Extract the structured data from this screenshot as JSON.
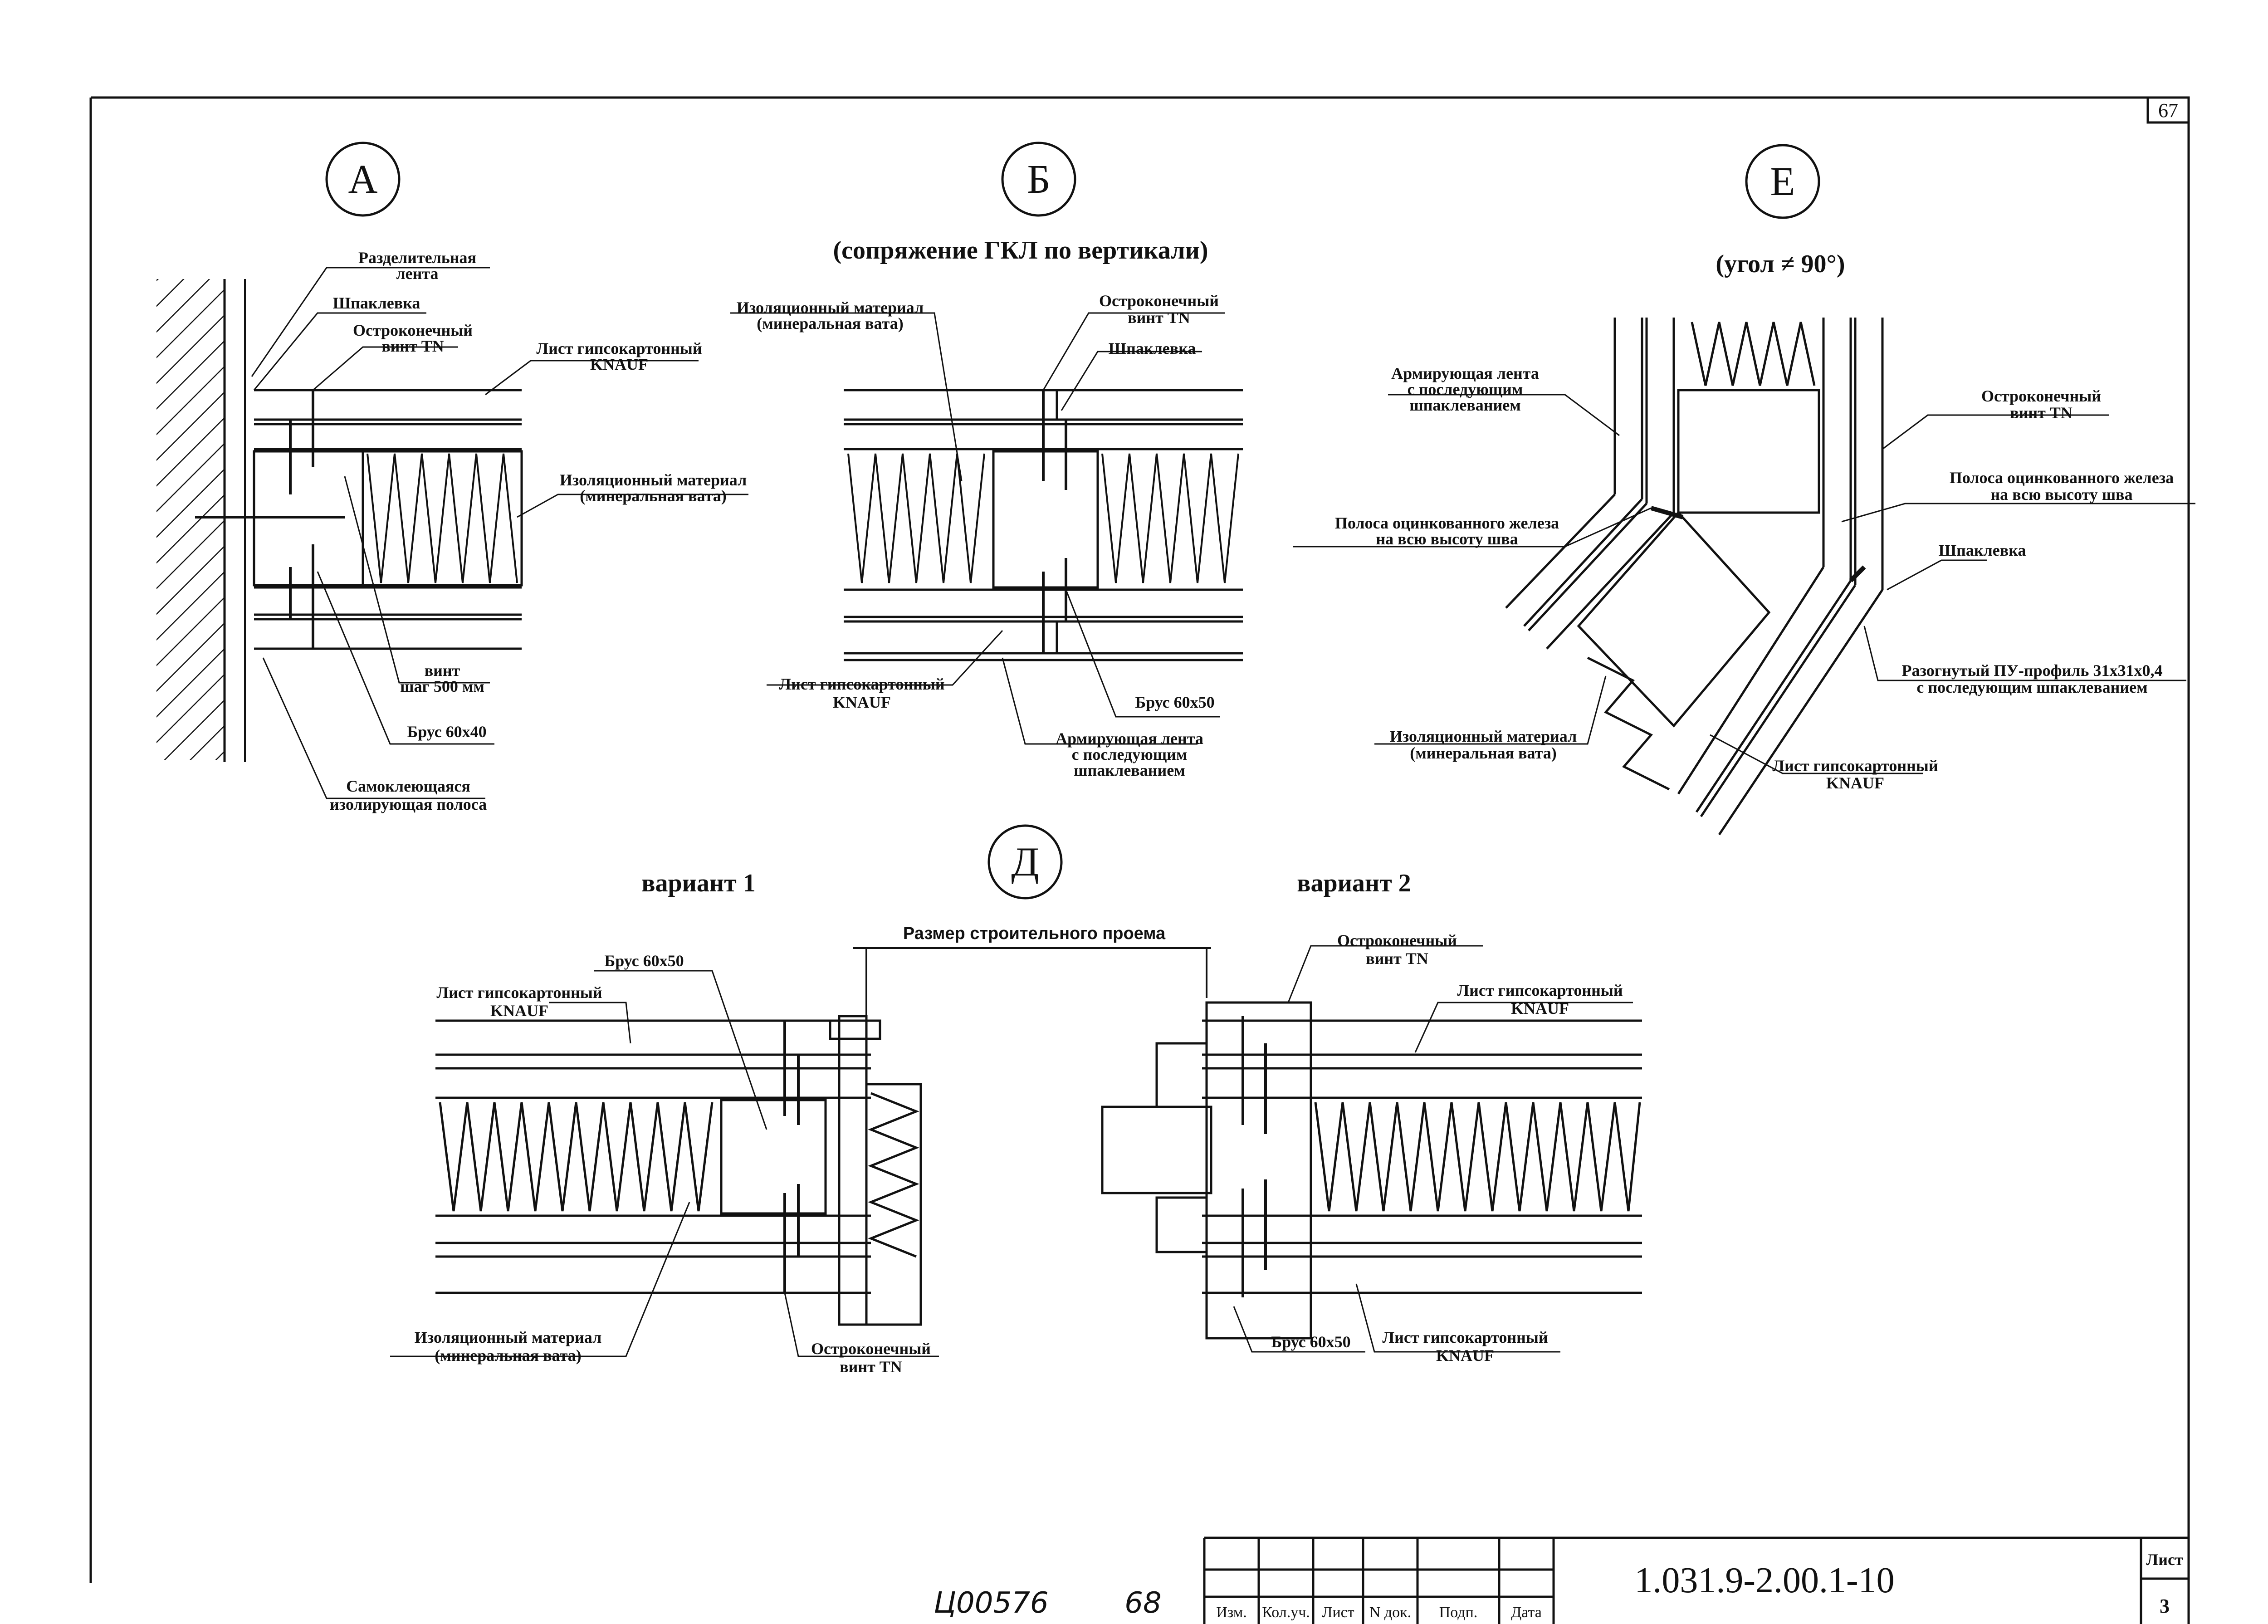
{
  "sheet": {
    "page_number": "67",
    "bottom_handwriting": "Ц00576",
    "bottom_handwriting_2": "68"
  },
  "detail_a": {
    "marker": "А",
    "labels": {
      "separating_tape_1": "Разделительная",
      "separating_tape_2": "лента",
      "putty": "Шпаклевка",
      "screw_1": "Остроконечный",
      "screw_2": "винт TN",
      "board_1": "Лист гипсокартонный",
      "board_2": "KNAUF",
      "insulation_1": "Изоляционный материал",
      "insulation_2": "(минеральная вата)",
      "bolt_1": "винт",
      "bolt_2": "шаг 500 мм",
      "beam": "Брус 60х40",
      "strip_1": "Самоклеющаяся",
      "strip_2": "изолирующая полоса"
    }
  },
  "detail_b": {
    "marker": "Б",
    "subtitle": "(сопряжение ГКЛ по вертикали)",
    "labels": {
      "insulation_1": "Изоляционный материал",
      "insulation_2": "(минеральная вата)",
      "screw_1": "Остроконечный",
      "screw_2": "винт TN",
      "putty": "Шпаклевка",
      "board_1": "Лист гипсокартонный",
      "board_2": "KNAUF",
      "beam": "Брус 60х50",
      "tape_1": "Армирующая лента",
      "tape_2": "с последующим",
      "tape_3": "шпаклеванием"
    }
  },
  "detail_e": {
    "marker": "Е",
    "subtitle": "(угол ≠ 90°)",
    "labels": {
      "tape_1": "Армирующая лента",
      "tape_2": "с последующим",
      "tape_3": "шпаклеванием",
      "screw_1": "Остроконечный",
      "screw_2": "винт TN",
      "strip_r_1": "Полоса оцинкованного железа",
      "strip_r_2": "на всю высоту шва",
      "strip_l_1": "Полоса оцинкованного железа",
      "strip_l_2": "на всю высоту шва",
      "putty": "Шпаклевка",
      "profile_1": "Разогнутый ПУ-профиль 31х31х0,4",
      "profile_2": "с последующим шпаклеванием",
      "insulation_1": "Изоляционный материал",
      "insulation_2": "(минеральная вата)",
      "board_1": "Лист гипсокартонный",
      "board_2": "KNAUF"
    }
  },
  "detail_d": {
    "marker": "Д",
    "variant_1": "вариант 1",
    "variant_2": "вариант 2",
    "opening": "Размер строительного проема",
    "v1_labels": {
      "beam": "Брус 60х50",
      "board_1": "Лист гипсокартонный",
      "board_2": "KNAUF",
      "insulation_1": "Изоляционный материал",
      "insulation_2": "(минеральная вата)",
      "screw_1": "Остроконечный",
      "screw_2": "винт TN"
    },
    "v2_labels": {
      "screw_1": "Остроконечный",
      "screw_2": "винт TN",
      "board_1": "Лист гипсокартонный",
      "board_2": "KNAUF",
      "beam": "Брус 60х50",
      "board_b_1": "Лист гипсокартонный",
      "board_b_2": "KNAUF"
    }
  },
  "title_block": {
    "doc_code": "1.031.9-2.00.1-10",
    "sheet_label": "Лист",
    "sheet_number": "3",
    "columns": [
      "Изм.",
      "Кол.уч.",
      "Лист",
      "N док.",
      "Подп.",
      "Дата"
    ]
  }
}
